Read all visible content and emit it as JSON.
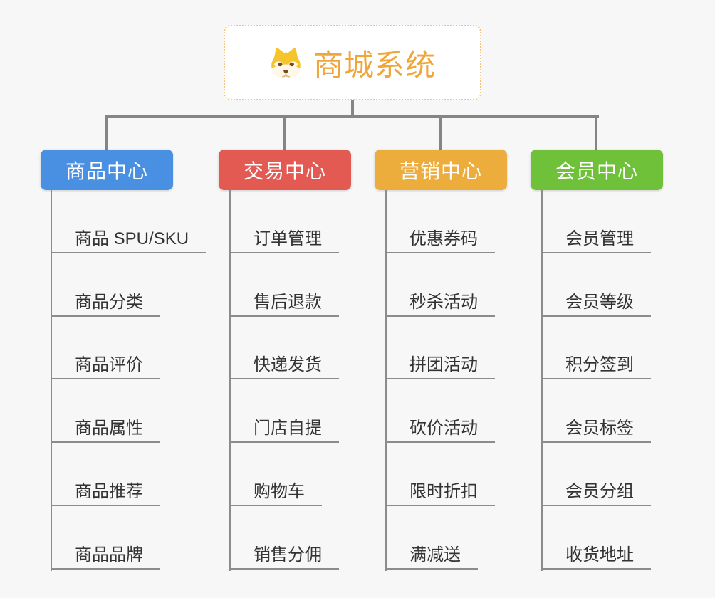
{
  "canvas": {
    "background": "#f7f7f7",
    "connector_color": "#858585",
    "leaf_line_color": "#8c8c8c"
  },
  "root": {
    "label": "商城系统",
    "icon": "dog-face-icon",
    "text_color": "#f0a63a",
    "border_color": "#f1c379",
    "background": "#ffffff"
  },
  "branches": [
    {
      "label": "商品中心",
      "color": "#4a90e2",
      "items": [
        "商品 SPU/SKU",
        "商品分类",
        "商品评价",
        "商品属性",
        "商品推荐",
        "商品品牌"
      ]
    },
    {
      "label": "交易中心",
      "color": "#e25a52",
      "items": [
        "订单管理",
        "售后退款",
        "快递发货",
        "门店自提",
        "购物车",
        "销售分佣"
      ]
    },
    {
      "label": "营销中心",
      "color": "#edad3d",
      "items": [
        "优惠券码",
        "秒杀活动",
        "拼团活动",
        "砍价活动",
        "限时折扣",
        "满减送"
      ]
    },
    {
      "label": "会员中心",
      "color": "#6ec138",
      "items": [
        "会员管理",
        "会员等级",
        "积分签到",
        "会员标签",
        "会员分组",
        "收货地址"
      ]
    }
  ]
}
